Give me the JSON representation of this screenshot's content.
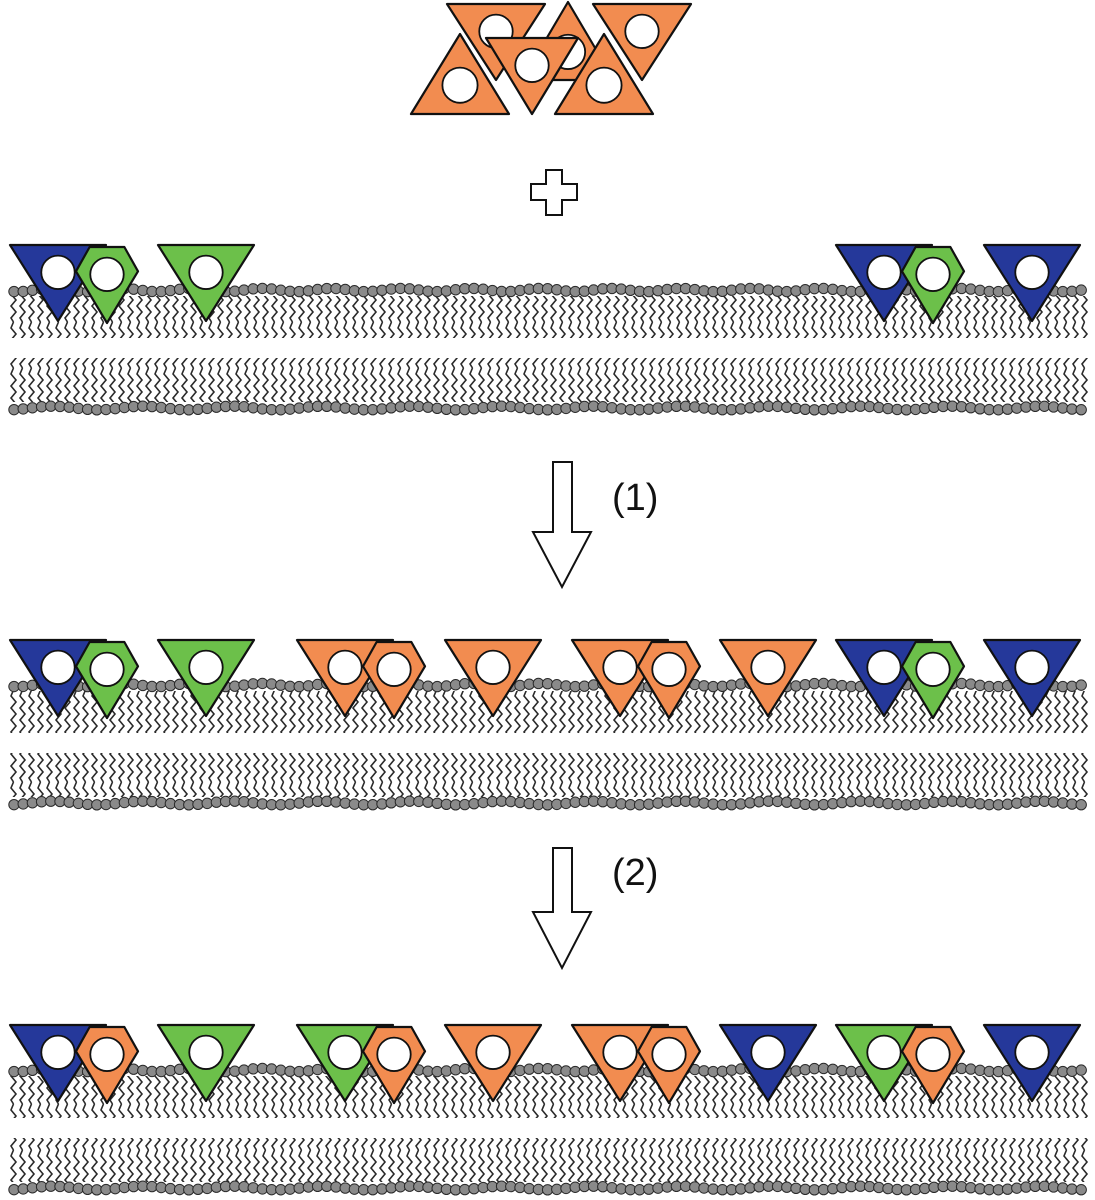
{
  "steps": [
    {
      "label": "(1)"
    },
    {
      "label": "(2)"
    }
  ],
  "colors": {
    "orange": "#F28C50",
    "green": "#6CC04A",
    "blue": "#25389A",
    "lipid_head": "#8a8a8a",
    "lipid_tail": "#2a2a2a",
    "outline": "#111111"
  },
  "free_cluster": {
    "top_row": [
      "orange",
      "orange",
      "orange"
    ],
    "bottom_row": [
      "orange",
      "orange",
      "orange"
    ]
  },
  "membrane_panels": [
    {
      "clusters": [
        [
          "blue",
          "green",
          "green"
        ],
        [
          "blue",
          "green",
          "blue"
        ]
      ]
    },
    {
      "clusters": [
        [
          "blue",
          "green",
          "green"
        ],
        [
          "orange",
          "orange",
          "orange"
        ],
        [
          "orange",
          "orange",
          "orange"
        ],
        [
          "blue",
          "green",
          "blue"
        ]
      ]
    },
    {
      "clusters": [
        [
          "blue",
          "orange",
          "green"
        ],
        [
          "green",
          "orange",
          "orange"
        ],
        [
          "orange",
          "orange",
          "blue"
        ],
        [
          "green",
          "orange",
          "blue"
        ]
      ]
    }
  ],
  "icons": [
    "plus-icon",
    "down-arrow-icon",
    "down-arrow-icon"
  ]
}
